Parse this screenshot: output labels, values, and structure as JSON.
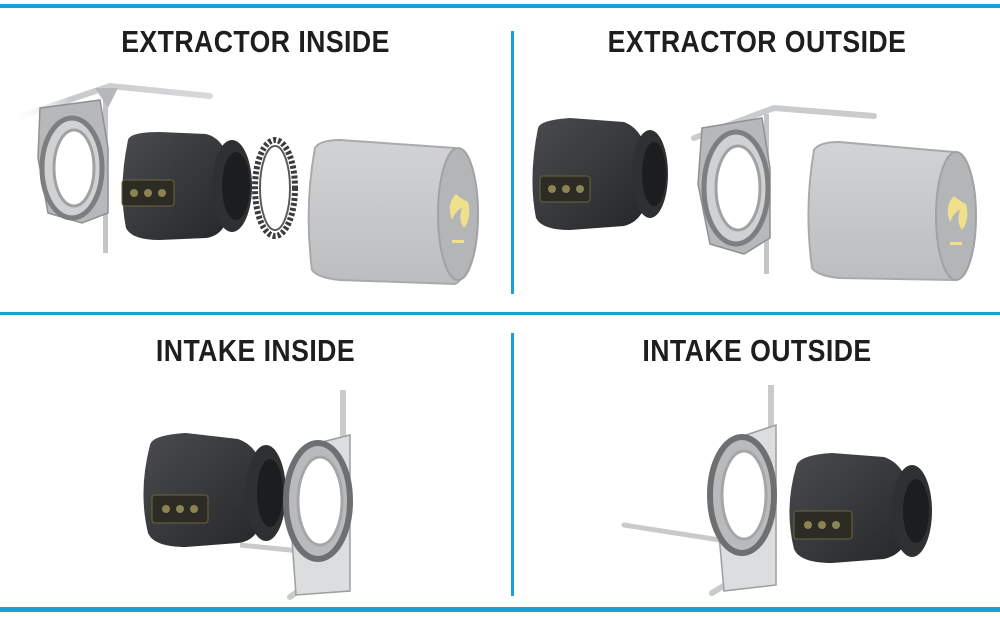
{
  "panels": [
    {
      "title": "EXTRACTOR INSIDE",
      "components": [
        "mounting-bracket",
        "inline-fan",
        "clamp-ring",
        "carbon-filter"
      ]
    },
    {
      "title": "EXTRACTOR OUTSIDE",
      "components": [
        "inline-fan",
        "mounting-bracket",
        "carbon-filter"
      ]
    },
    {
      "title": "INTAKE INSIDE",
      "components": [
        "inline-fan",
        "mounting-bracket"
      ]
    },
    {
      "title": "INTAKE OUTSIDE",
      "components": [
        "mounting-bracket",
        "inline-fan"
      ]
    }
  ],
  "colors": {
    "divider": "#1a9fd6",
    "title_text": "#1e1e1e",
    "fan_body": "#3a3b3d",
    "bracket": "#c9cacc",
    "filter": "#c6c7c9",
    "filter_logo": "#f0e08c"
  }
}
